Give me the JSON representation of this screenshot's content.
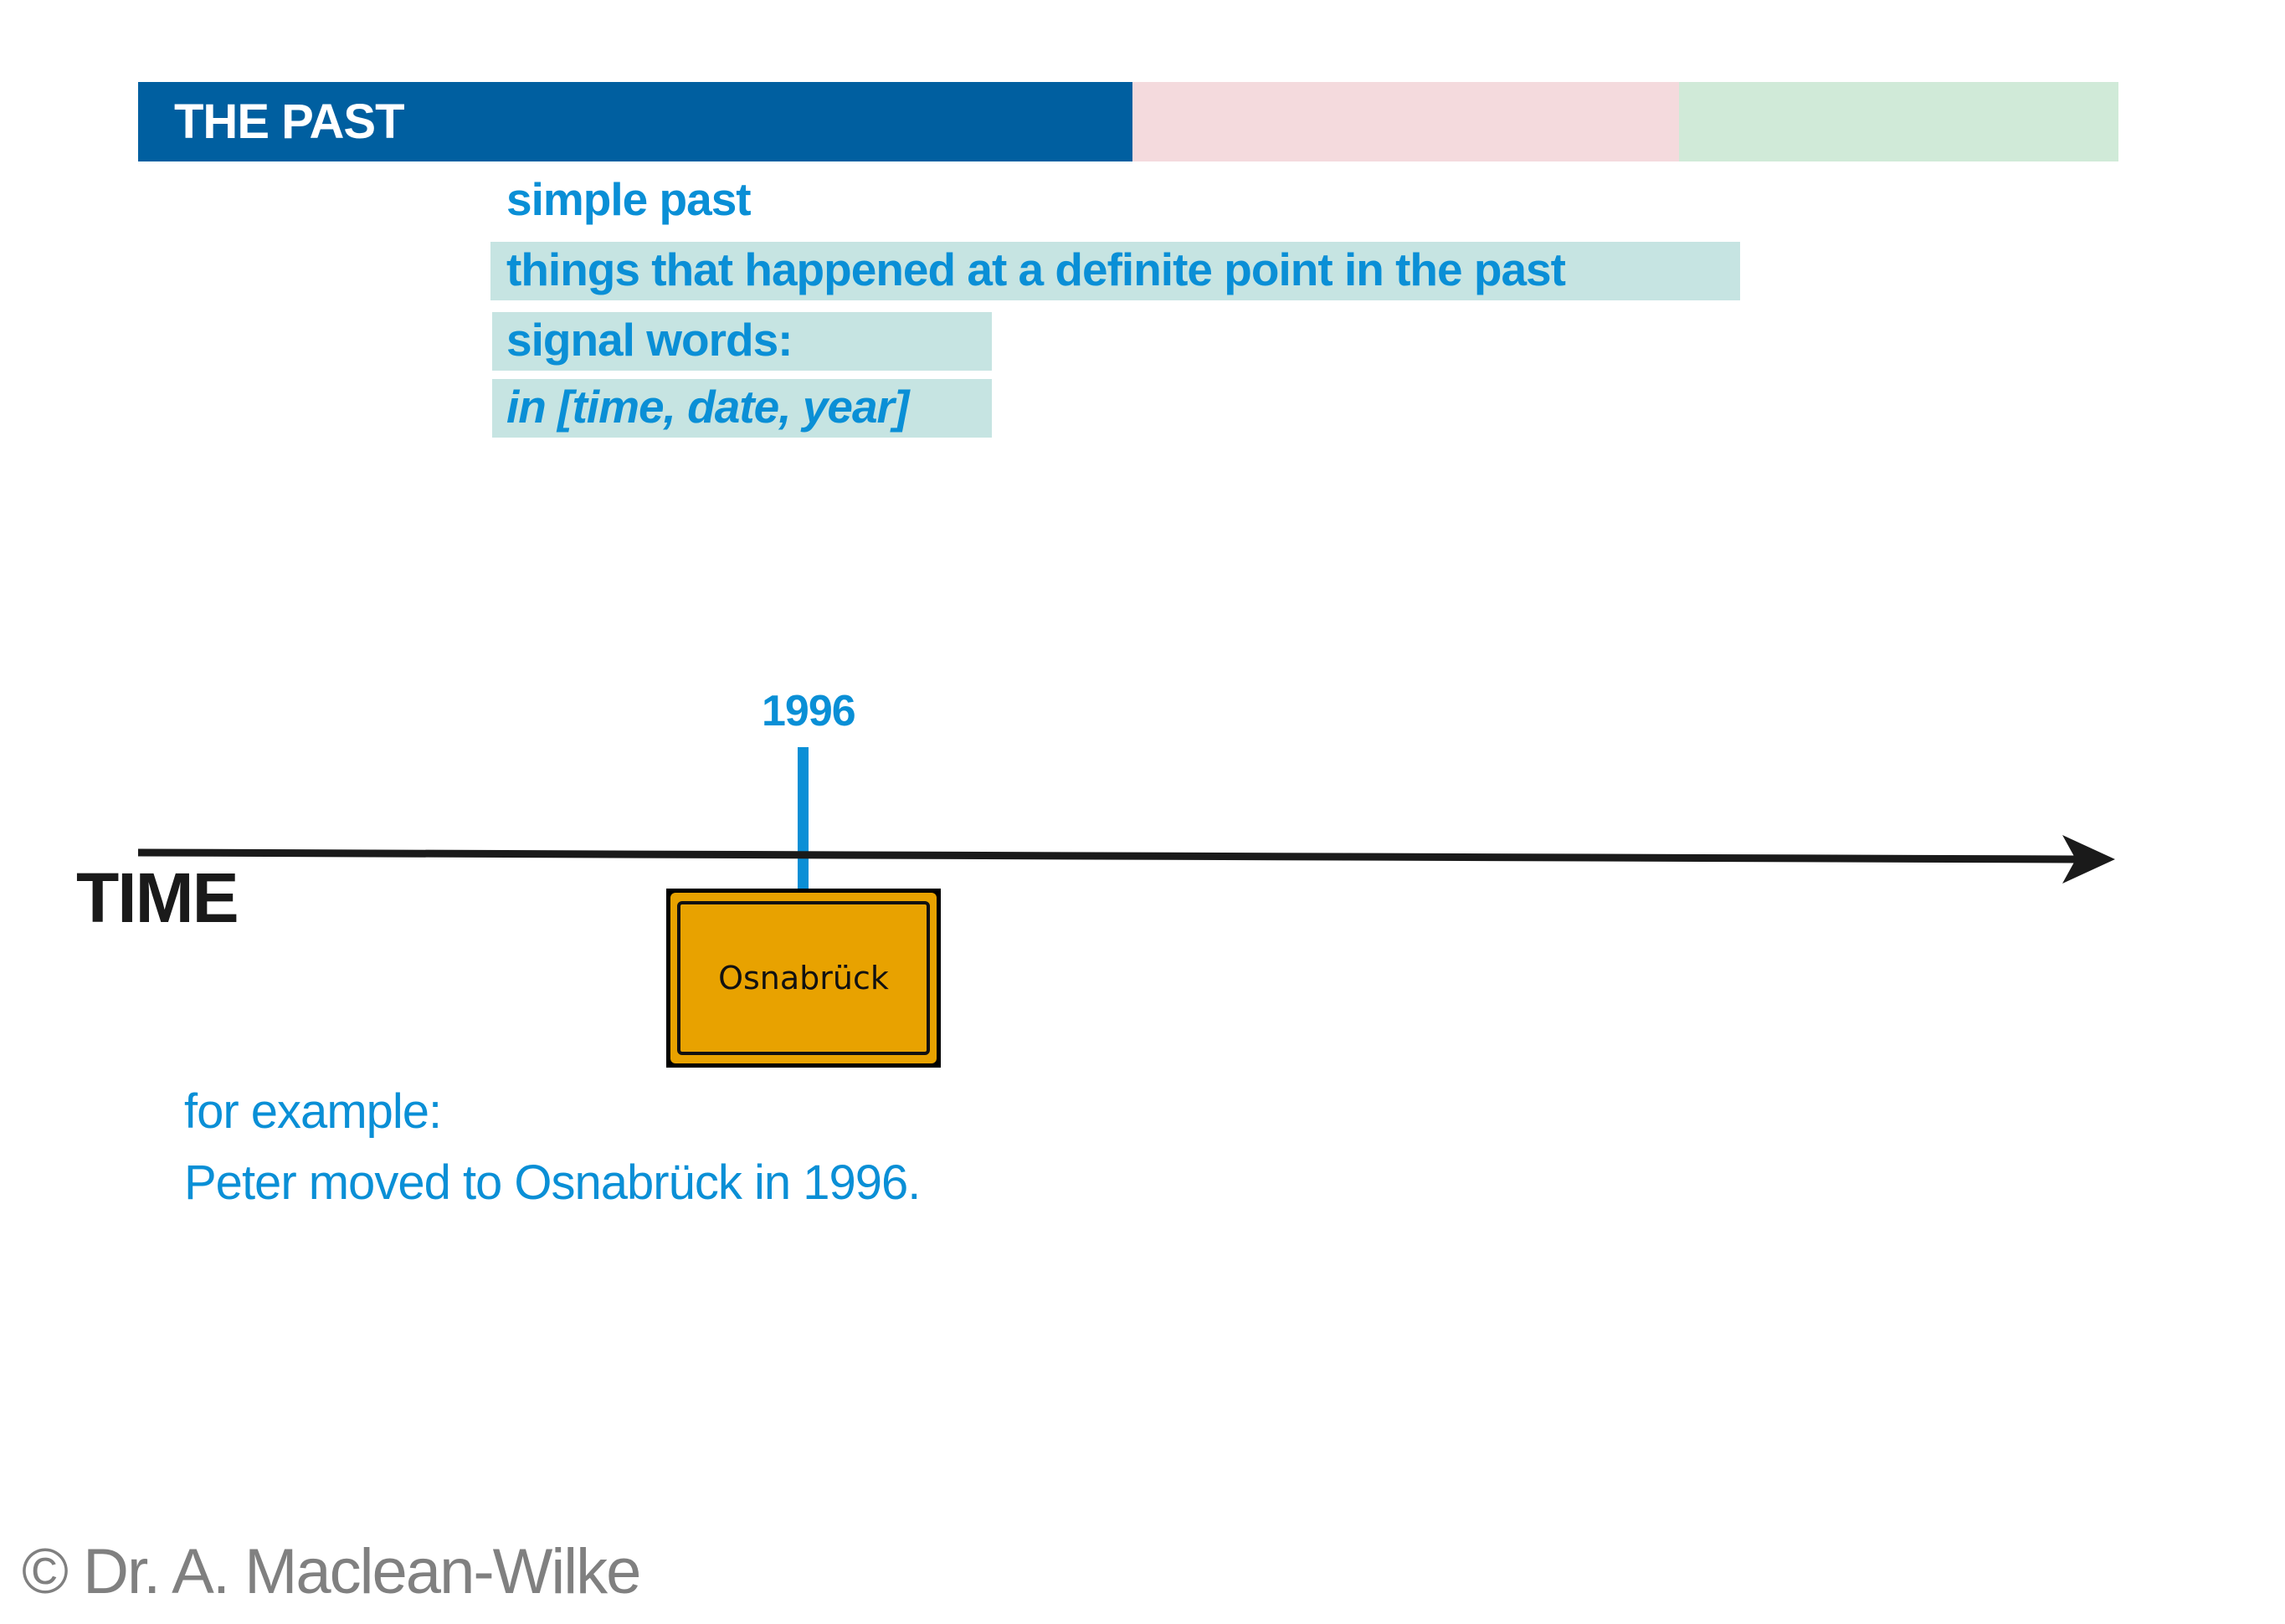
{
  "header": {
    "title": "THE PAST",
    "colors": {
      "past": "#005fa0",
      "present": "#f4dadd",
      "future": "#d0ead8"
    }
  },
  "tense": {
    "name": "simple past",
    "definition": "things that happened at a definite point in the past",
    "signal_label": "signal words:",
    "signal_words": "in [time, date, year]"
  },
  "timeline": {
    "axis_label": "TIME",
    "marker_label": "1996",
    "sign_text": "Osnabrück"
  },
  "example": {
    "label": "for example:",
    "sentence": "Peter moved to Osnabrück in 1996."
  },
  "footer": {
    "copyright": "© Dr. A. Maclean-Wilke"
  }
}
